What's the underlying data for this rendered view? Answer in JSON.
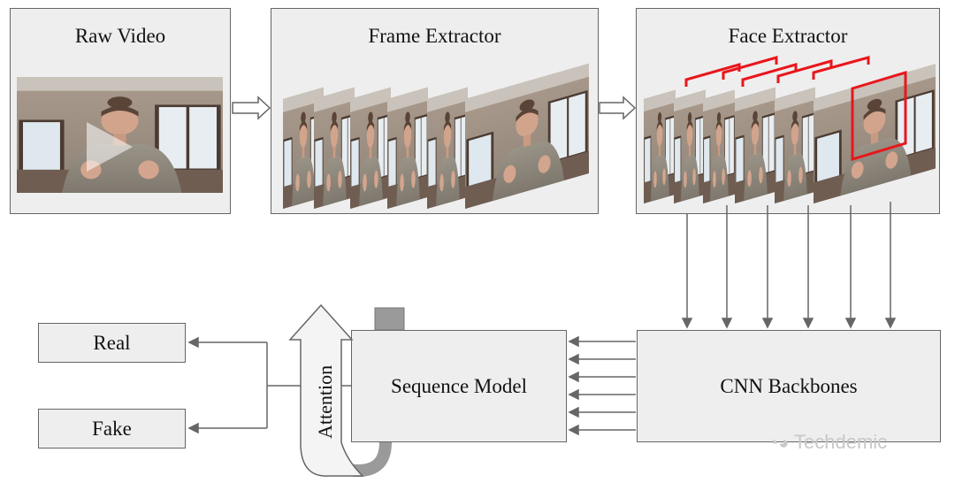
{
  "stages": {
    "raw_video": "Raw Video",
    "frame_extractor": "Frame Extractor",
    "face_extractor": "Face Extractor",
    "cnn_backbones": "CNN Backbones",
    "sequence_model": "Sequence Model",
    "attention": "Attention"
  },
  "outputs": {
    "real": "Real",
    "fake": "Fake"
  },
  "watermark": "Techdemic",
  "colors": {
    "box_fill": "#eeeeee",
    "box_border": "#666666",
    "arrow": "#666666",
    "face_box": "#e8161c",
    "attention_band": "#9a9a9a"
  }
}
